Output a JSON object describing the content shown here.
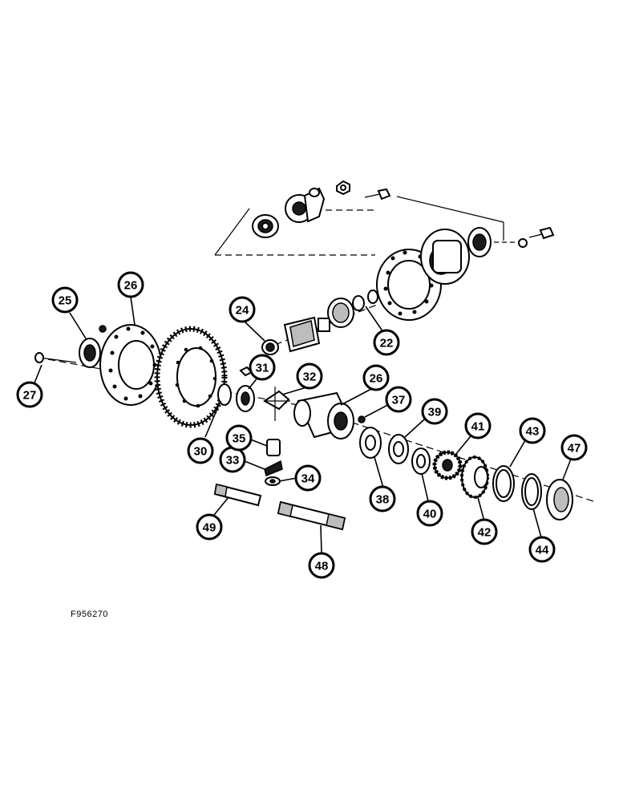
{
  "figure_id": "F956270",
  "callouts": {
    "c22": "22",
    "c24": "24",
    "c25": "25",
    "c26a": "26",
    "c26b": "26",
    "c27": "27",
    "c30": "30",
    "c31": "31",
    "c32": "32",
    "c33": "33",
    "c34": "34",
    "c35": "35",
    "c37": "37",
    "c38": "38",
    "c39": "39",
    "c40": "40",
    "c41": "41",
    "c42": "42",
    "c43": "43",
    "c44": "44",
    "c47": "47",
    "c48": "48",
    "c49": "49"
  }
}
